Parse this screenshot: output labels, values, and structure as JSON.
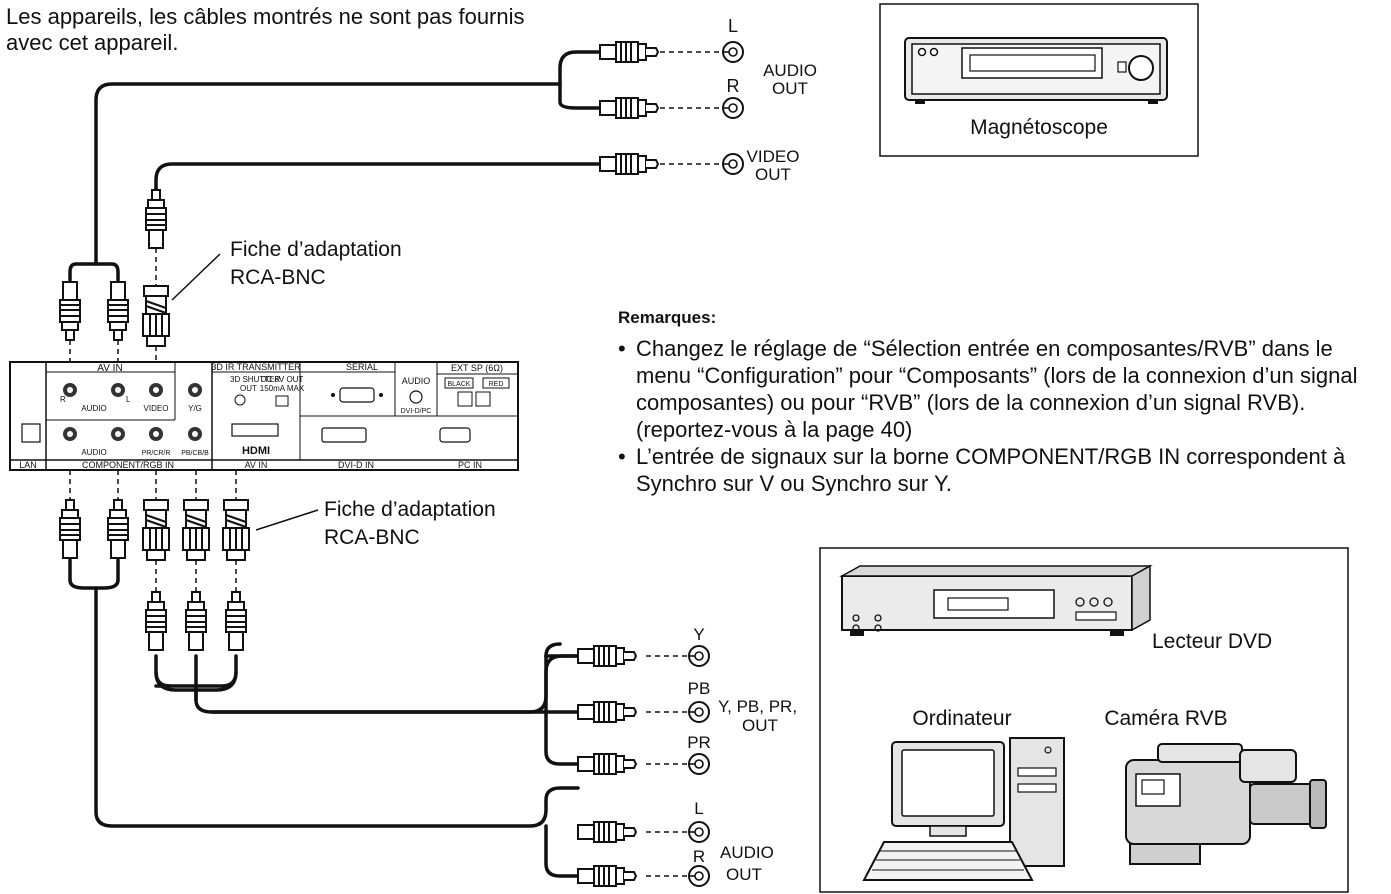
{
  "intro_text": "Les appareils, les câbles montrés ne sont pas fournis avec cet appareil.",
  "devices": {
    "vcr": "Magnétoscope",
    "dvd": "Lecteur DVD",
    "computer": "Ordinateur",
    "camera": "Caméra RVB"
  },
  "adapters": {
    "top": [
      "Fiche d’adaptation",
      "RCA-BNC"
    ],
    "bottom": [
      "Fiche  d’adaptation",
      "RCA-BNC"
    ]
  },
  "vcr_outputs": {
    "audio_l": "L",
    "audio_r": "R",
    "audio_out": [
      "AUDIO",
      "OUT"
    ],
    "video_out": [
      "VIDEO",
      "OUT"
    ]
  },
  "component_outputs": {
    "y": "Y",
    "pb": "PB",
    "pr": "PR",
    "label_line1": "Y,  PB, PR,",
    "label_line2": "OUT"
  },
  "audio_outputs": {
    "l": "L",
    "r": "R",
    "out": [
      "AUDIO",
      "OUT"
    ]
  },
  "panel": {
    "av_in": "AV IN",
    "audio": "AUDIO",
    "video": "VIDEO",
    "yg": "Y/G",
    "prcr": "PR/CR/R",
    "pbcb": "PB/CB/B",
    "ir_transmitter": "3D IR TRANSMITTER",
    "shutter": "3D SHUTTER",
    "out": "OUT",
    "dc_line1": "DC 8V OUT",
    "dc_line2": "150mA MAX",
    "serial": "SERIAL",
    "audio_side": "AUDIO",
    "dvi_pc": "DVI-D/PC",
    "ext_sp": "EXT SP (6Ω)",
    "black": "BLACK",
    "red": "RED",
    "hdmi": "HDMI",
    "lan": "LAN",
    "component_rgb_in": "COMPONENT/RGB IN",
    "av_in_bottom": "AV IN",
    "dvi_d_in": "DVI-D IN",
    "pc_in": "PC IN",
    "r": "R",
    "l": "L"
  },
  "notes": {
    "title": "Remarques:",
    "items": [
      "Changez le réglage de “Sélection entrée en composantes/RVB” dans le menu “Configuration” pour “Composants” (lors de la connexion d’un signal composantes) ou pour “RVB” (lors de la connexion d’un signal RVB). (reportez-vous à la page 40)",
      "L’entrée de signaux sur la borne COMPONENT/RGB IN correspondent à Synchro sur V ou Synchro sur Y."
    ]
  }
}
